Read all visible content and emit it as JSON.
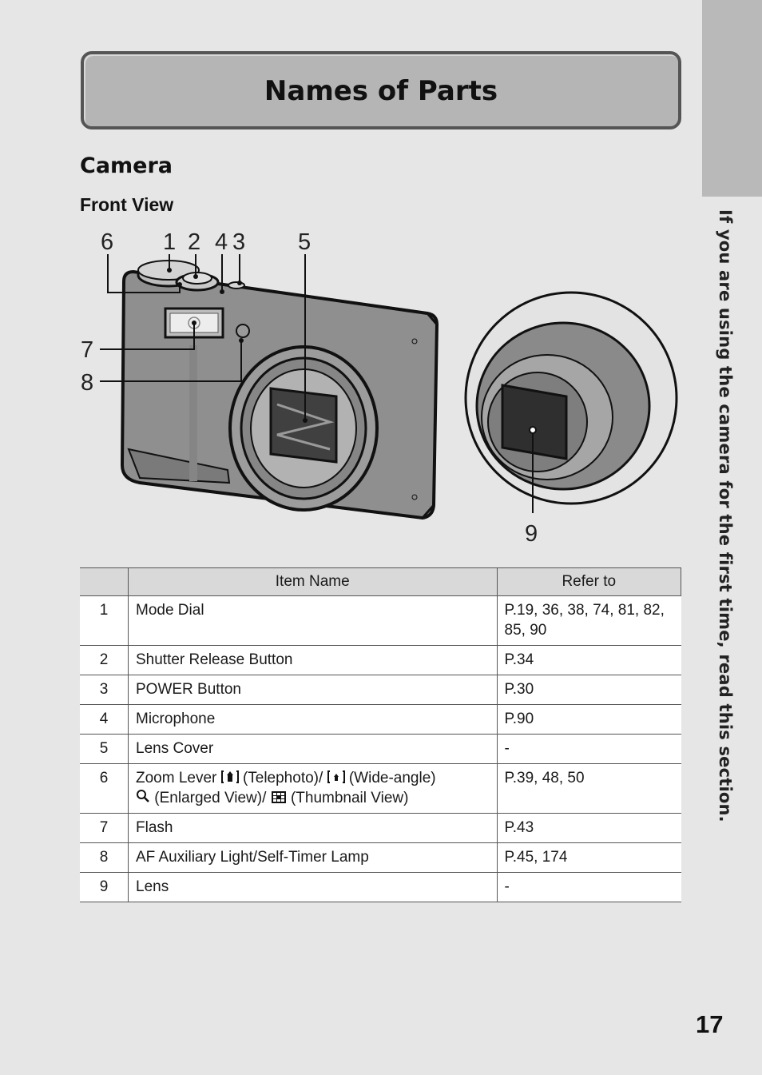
{
  "side_tab": {
    "text": "If you are using the camera for the first time, read this section."
  },
  "title": "Names of Parts",
  "section": "Camera",
  "subsection": "Front View",
  "callouts": {
    "c1": "1",
    "c2": "2",
    "c3": "3",
    "c4": "4",
    "c5": "5",
    "c6": "6",
    "c7": "7",
    "c8": "8",
    "c9": "9"
  },
  "table": {
    "headers": [
      "",
      "Item Name",
      "Refer to"
    ],
    "rows": [
      {
        "num": "1",
        "name": "Mode Dial",
        "ref_line1": "P.19, 36, 38, 74, 81, 82,",
        "ref_line2": "85, 90"
      },
      {
        "num": "2",
        "name": "Shutter Release Button",
        "ref": "P.34"
      },
      {
        "num": "3",
        "name": "POWER Button",
        "ref": "P.30"
      },
      {
        "num": "4",
        "name": "Microphone",
        "ref": "P.90"
      },
      {
        "num": "5",
        "name": "Lens Cover",
        "ref": "-"
      },
      {
        "num": "6",
        "name_a": "Zoom Lever",
        "name_b": "(Telephoto)/",
        "name_c": "(Wide-angle)",
        "name_d": "(Enlarged View)/",
        "name_e": "(Thumbnail View)",
        "ref": "P.39, 48, 50"
      },
      {
        "num": "7",
        "name": "Flash",
        "ref": "P.43"
      },
      {
        "num": "8",
        "name": "AF Auxiliary Light/Self-Timer Lamp",
        "ref": "P.45, 174"
      },
      {
        "num": "9",
        "name": "Lens",
        "ref": "-"
      }
    ]
  },
  "page_number": "17",
  "colors": {
    "background": "#e6e6e6",
    "tab": "#b9b9b9",
    "title_box": "#b5b5b5",
    "header_cell": "#d9d9d9"
  }
}
